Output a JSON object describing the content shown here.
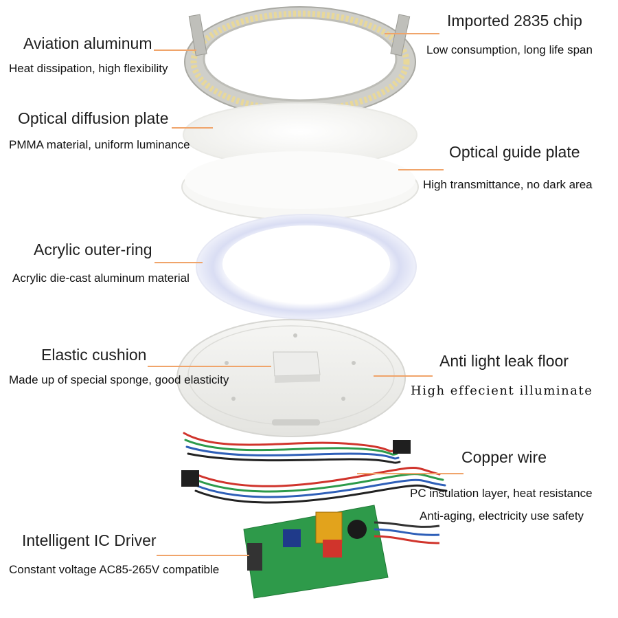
{
  "components": [
    {
      "id": "aviation-aluminum",
      "title": "Aviation aluminum",
      "desc": "Heat dissipation, high flexibility"
    },
    {
      "id": "imported-chip",
      "title": "Imported 2835 chip",
      "desc": "Low consumption, long life span"
    },
    {
      "id": "optical-diffusion-plate",
      "title": "Optical diffusion plate",
      "desc": "PMMA material, uniform luminance"
    },
    {
      "id": "optical-guide-plate",
      "title": "Optical guide plate",
      "desc": "High transmittance, no dark area"
    },
    {
      "id": "acrylic-outer-ring",
      "title": "Acrylic outer-ring",
      "desc": "Acrylic die-cast aluminum material"
    },
    {
      "id": "elastic-cushion",
      "title": "Elastic cushion",
      "desc": "Made up of special sponge, good elasticity"
    },
    {
      "id": "anti-light-leak-floor",
      "title": "Anti light leak floor",
      "desc": "High effecient illuminate"
    },
    {
      "id": "copper-wire",
      "title": "Copper wire",
      "desc": "PC insulation layer, heat resistance",
      "desc2": "Anti-aging, electricity use safety"
    },
    {
      "id": "ic-driver",
      "title": "Intelligent IC Driver",
      "desc": "Constant voltage AC85-265V compatible"
    }
  ],
  "colors": {
    "leader_line": "#f0a46a",
    "text": "#1e1e1e",
    "pcb": "#2e9a4a",
    "wire_red": "#d0342c",
    "wire_green": "#2c9a4a",
    "wire_blue": "#2e5fb8",
    "wire_black": "#222222"
  }
}
